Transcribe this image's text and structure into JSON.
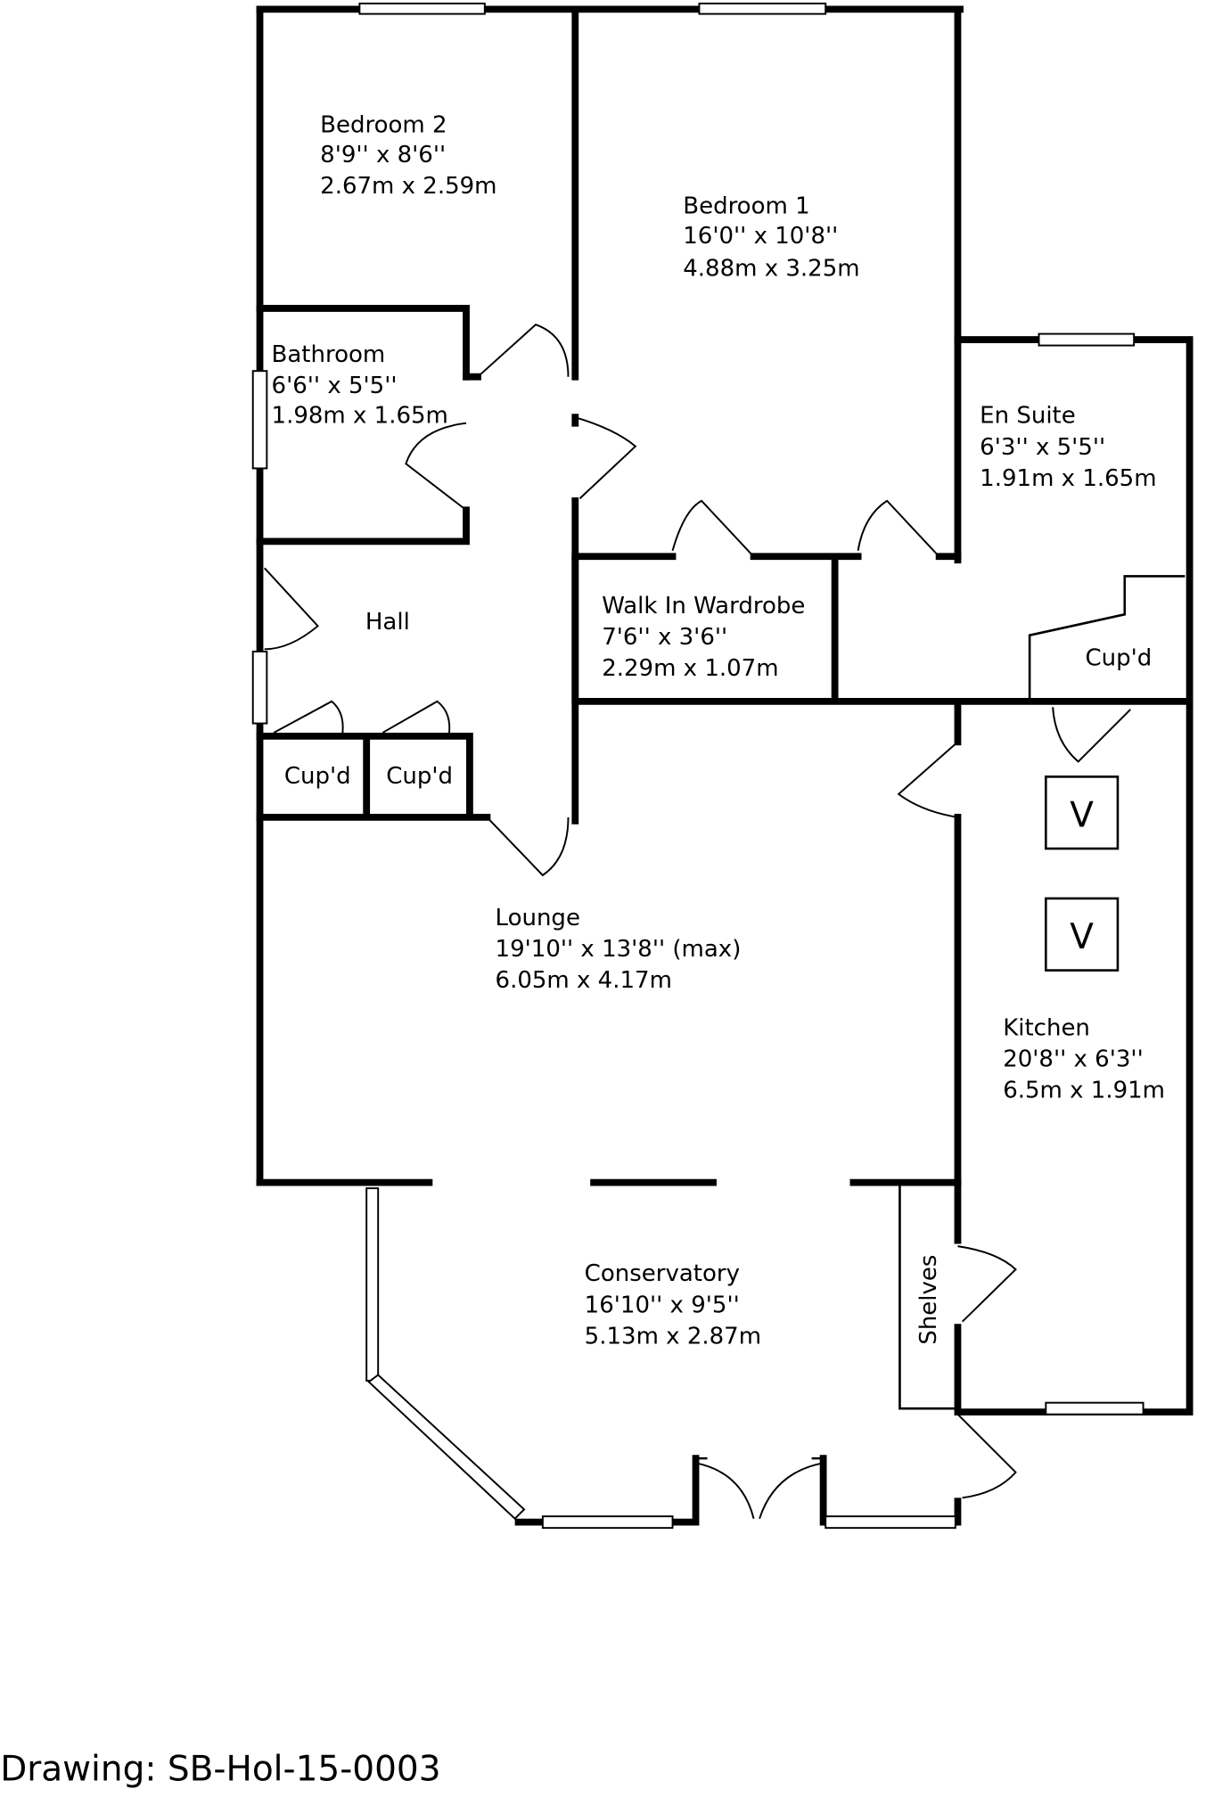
{
  "rooms": {
    "bedroom2": {
      "name": "Bedroom 2",
      "imperial": "8'9'' x 8'6''",
      "metric": "2.67m x 2.59m"
    },
    "bedroom1": {
      "name": "Bedroom 1",
      "imperial": "16'0'' x 10'8''",
      "metric": "4.88m x 3.25m"
    },
    "bathroom": {
      "name": "Bathroom",
      "imperial": "6'6'' x 5'5''",
      "metric": "1.98m x 1.65m"
    },
    "ensuite": {
      "name": "En Suite",
      "imperial": "6'3'' x 5'5''",
      "metric": "1.91m x 1.65m"
    },
    "hall": {
      "name": "Hall"
    },
    "wardrobe": {
      "name": "Walk In Wardrobe",
      "imperial": "7'6'' x 3'6''",
      "metric": "2.29m x 1.07m"
    },
    "lounge": {
      "name": "Lounge",
      "imperial": "19'10'' x 13'8'' (max)",
      "metric": "6.05m x 4.17m"
    },
    "kitchen": {
      "name": "Kitchen",
      "imperial": "20'8'' x 6'3''",
      "metric": "6.5m x 1.91m"
    },
    "conservatory": {
      "name": "Conservatory",
      "imperial": "16'10'' x 9'5''",
      "metric": "5.13m x 2.87m"
    }
  },
  "labels": {
    "cupd": "Cup'd",
    "shelves": "Shelves",
    "vent": "V"
  },
  "caption": "Drawing:  SB-Hol-15-0003"
}
